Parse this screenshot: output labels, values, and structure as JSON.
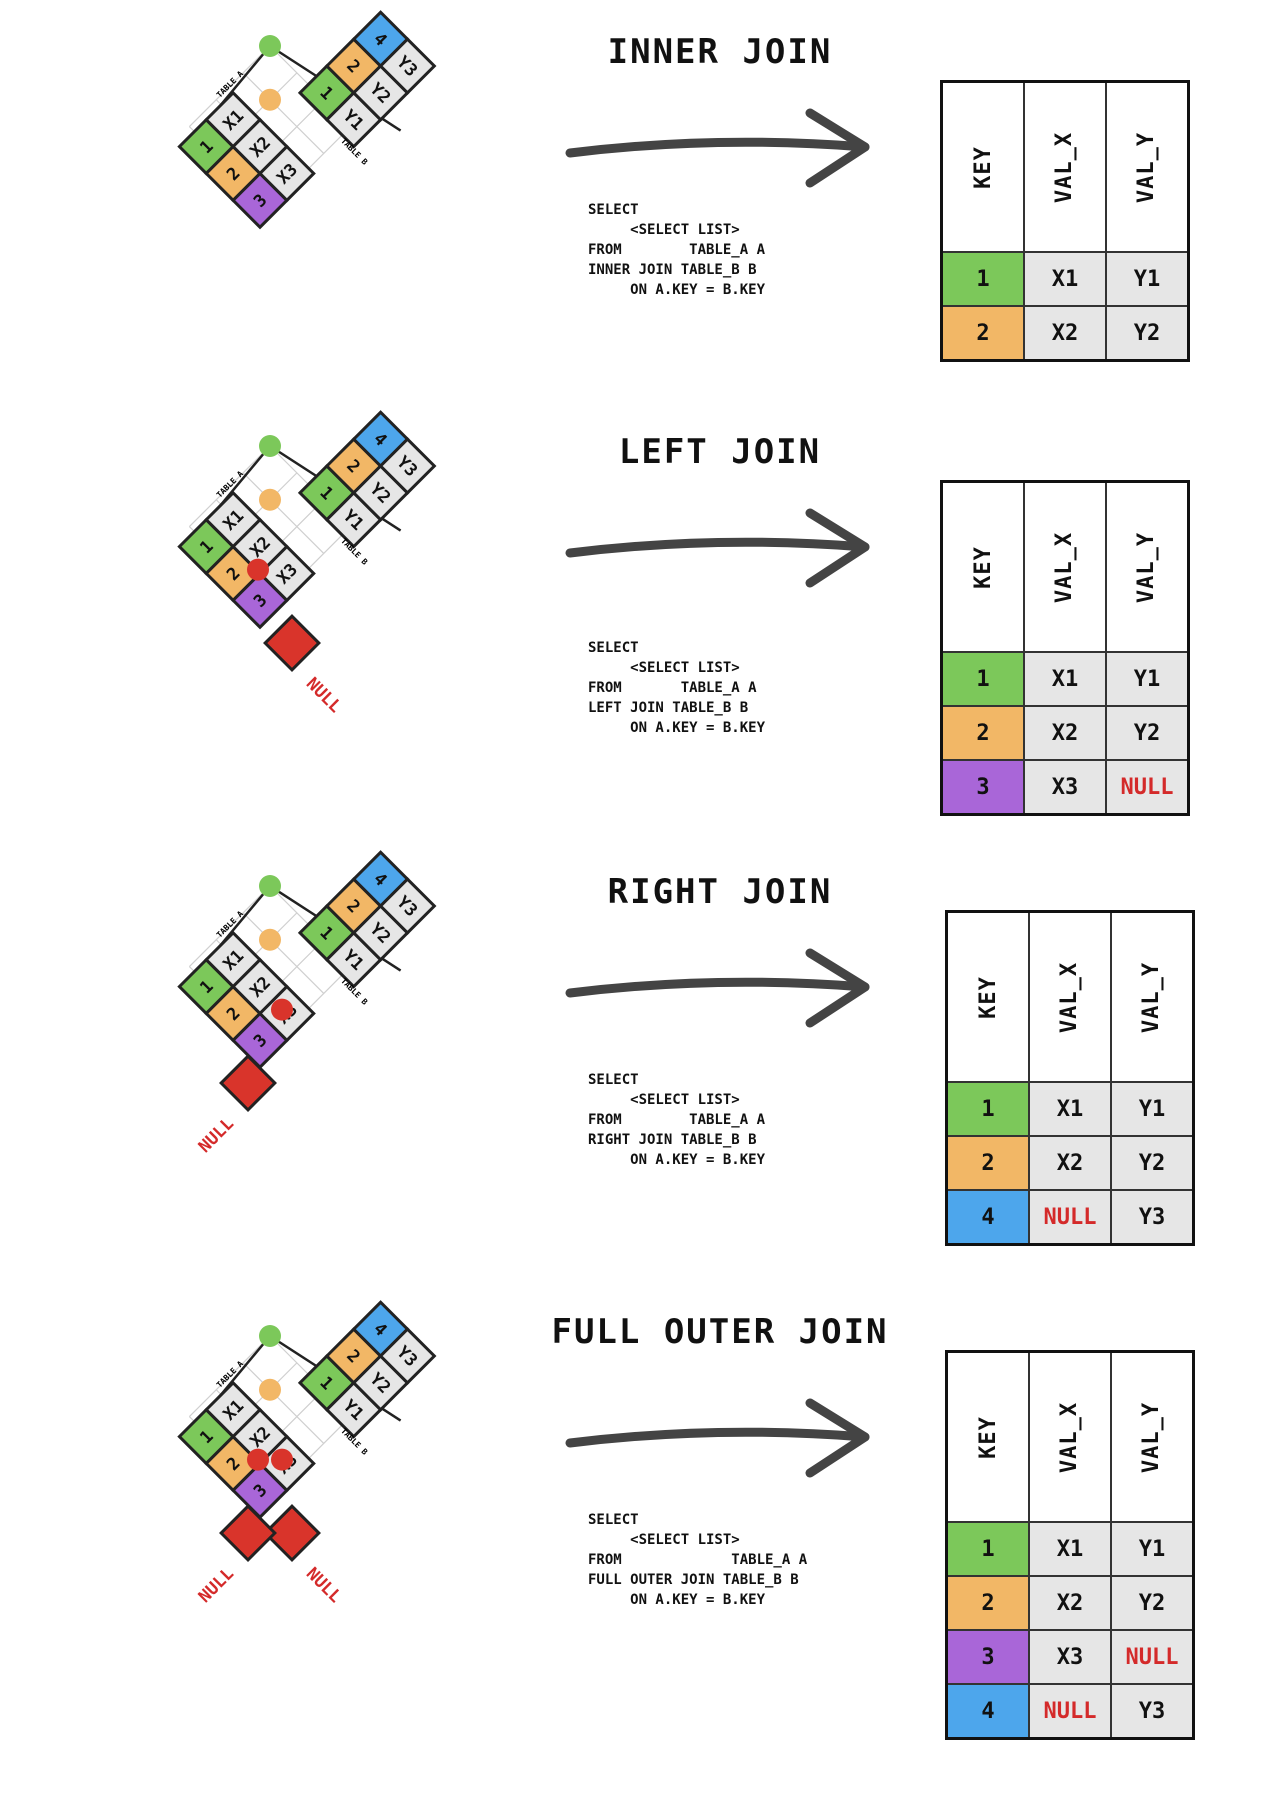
{
  "colors": {
    "key1": "#7cc85a",
    "key2": "#f2b766",
    "key3": "#a966d8",
    "key4": "#4da6ec",
    "null_block": "#d9342b",
    "null_text": "#d42a2a",
    "cell": "#e6e6e6",
    "outline": "#222222",
    "dot_green": "#7cc85a",
    "dot_orange": "#f2b766",
    "dot_red": "#d9342b"
  },
  "icons": [
    "arrow-right-icon"
  ],
  "joins": [
    {
      "title": "INNER JOIN",
      "sql": "SELECT\n     <SELECT LIST>\nFROM        TABLE_A A\nINNER JOIN TABLE_B B\n     ON A.KEY = B.KEY",
      "table_a_label": "TABLE A",
      "table_b_label": "TABLE B",
      "left_null": false,
      "right_null": false,
      "result": {
        "headers": [
          "KEY",
          "VAL_X",
          "VAL_Y"
        ],
        "rows": [
          {
            "key": "1",
            "val_x": "X1",
            "val_y": "Y1",
            "key_color": "#7cc85a"
          },
          {
            "key": "2",
            "val_x": "X2",
            "val_y": "Y2",
            "key_color": "#f2b766"
          }
        ]
      }
    },
    {
      "title": "LEFT JOIN",
      "sql": "SELECT\n     <SELECT LIST>\nFROM       TABLE_A A\nLEFT JOIN TABLE_B B\n     ON A.KEY = B.KEY",
      "table_a_label": "TABLE A",
      "table_b_label": "TABLE B",
      "left_null": false,
      "right_null": true,
      "null_label": "NULL",
      "result": {
        "headers": [
          "KEY",
          "VAL_X",
          "VAL_Y"
        ],
        "rows": [
          {
            "key": "1",
            "val_x": "X1",
            "val_y": "Y1",
            "key_color": "#7cc85a"
          },
          {
            "key": "2",
            "val_x": "X2",
            "val_y": "Y2",
            "key_color": "#f2b766"
          },
          {
            "key": "3",
            "val_x": "X3",
            "val_y": "NULL",
            "key_color": "#a966d8"
          }
        ]
      }
    },
    {
      "title": "RIGHT JOIN",
      "sql": "SELECT\n     <SELECT LIST>\nFROM        TABLE_A A\nRIGHT JOIN TABLE_B B\n     ON A.KEY = B.KEY",
      "table_a_label": "TABLE A",
      "table_b_label": "TABLE B",
      "left_null": true,
      "right_null": false,
      "null_label": "NULL",
      "result": {
        "headers": [
          "KEY",
          "VAL_X",
          "VAL_Y"
        ],
        "rows": [
          {
            "key": "1",
            "val_x": "X1",
            "val_y": "Y1",
            "key_color": "#7cc85a"
          },
          {
            "key": "2",
            "val_x": "X2",
            "val_y": "Y2",
            "key_color": "#f2b766"
          },
          {
            "key": "4",
            "val_x": "NULL",
            "val_y": "Y3",
            "key_color": "#4da6ec"
          }
        ]
      }
    },
    {
      "title": "FULL OUTER JOIN",
      "sql": "SELECT\n     <SELECT LIST>\nFROM             TABLE_A A\nFULL OUTER JOIN TABLE_B B\n     ON A.KEY = B.KEY",
      "table_a_label": "TABLE A",
      "table_b_label": "TABLE B",
      "left_null": true,
      "right_null": true,
      "null_label": "NULL",
      "result": {
        "headers": [
          "KEY",
          "VAL_X",
          "VAL_Y"
        ],
        "rows": [
          {
            "key": "1",
            "val_x": "X1",
            "val_y": "Y1",
            "key_color": "#7cc85a"
          },
          {
            "key": "2",
            "val_x": "X2",
            "val_y": "Y2",
            "key_color": "#f2b766"
          },
          {
            "key": "3",
            "val_x": "X3",
            "val_y": "NULL",
            "key_color": "#a966d8"
          },
          {
            "key": "4",
            "val_x": "NULL",
            "val_y": "Y3",
            "key_color": "#4da6ec"
          }
        ]
      }
    }
  ],
  "table_a": {
    "keys": [
      "1",
      "2",
      "3"
    ],
    "values": [
      "X1",
      "X2",
      "X3"
    ]
  },
  "table_b": {
    "keys": [
      "1",
      "2",
      "4"
    ],
    "values": [
      "Y1",
      "Y2",
      "Y3"
    ]
  }
}
